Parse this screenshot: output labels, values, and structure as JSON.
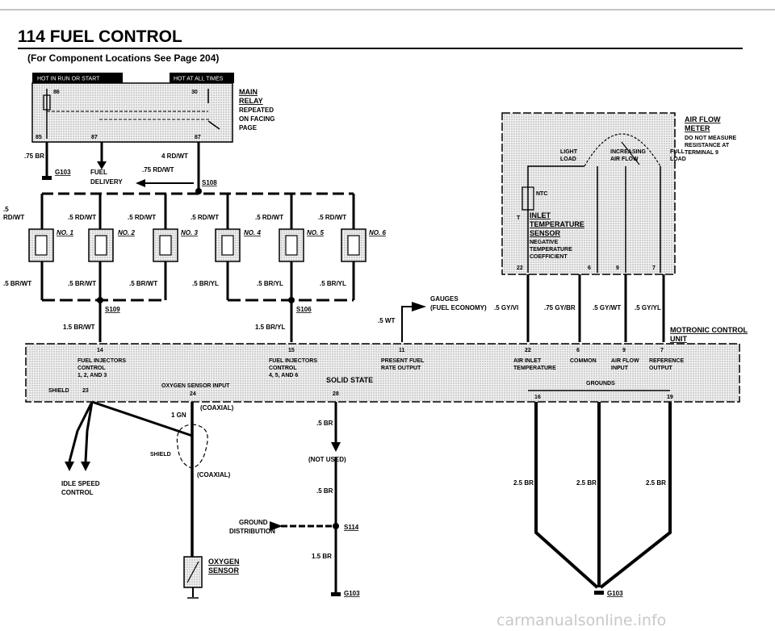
{
  "header": {
    "title": "114  FUEL CONTROL",
    "subtitle": "(For Component Locations See Page 204)"
  },
  "banners": {
    "hot_run_start": "HOT IN RUN OR START",
    "hot_all_times": "HOT AT ALL TIMES"
  },
  "relay": {
    "name_lines": [
      "MAIN",
      "RELAY",
      "REPEATED",
      "ON FACING",
      "PAGE"
    ],
    "pin_86": "86",
    "pin_30": "30",
    "pin_85": "85",
    "pin_87a": "87",
    "pin_87b": "87"
  },
  "wires_top": {
    "left_br": ".75 BR",
    "g103": "G103",
    "fuel_delivery_1": "FUEL",
    "fuel_delivery_2": "DELIVERY",
    "rdwt_4": "4 RD/WT",
    "rdwt_075": ".75 RD/WT",
    "s108": "S108",
    "rdwt_5_l1": ".5",
    "rdwt_5_l2": "RD/WT"
  },
  "injectors": {
    "supply_labels": [
      ".5 RD/WT",
      ".5 RD/WT",
      ".5 RD/WT",
      ".5 RD/WT",
      ".5 RD/WT"
    ],
    "names": [
      "NO. 1",
      "NO. 2",
      "NO. 3",
      "NO. 4",
      "NO. 5",
      "NO. 6"
    ],
    "return_labels": [
      ".5 BR/WT",
      ".5 BR/WT",
      ".5 BR/WT",
      ".5 BR/YL",
      ".5 BR/YL",
      ".5 BR/YL"
    ],
    "s109": "S109",
    "s106": "S106",
    "br_wt_15": "1.5 BR/WT",
    "br_yl_15": "1.5 BR/YL"
  },
  "gauges": {
    "line1": "GAUGES",
    "line2": "(FUEL ECONOMY)",
    "wire": ".5 WT"
  },
  "air_flow_meter": {
    "title_1": "AIR FLOW",
    "title_2": "METER",
    "note_1": "DO NOT MEASURE",
    "note_2": "RESISTANCE AT",
    "note_3": "TERMINAL 9",
    "light_load_1": "LIGHT",
    "light_load_2": "LOAD",
    "increasing_1": "INCREASING",
    "increasing_2": "AIR FLOW",
    "full_load_1": "FULL",
    "full_load_2": "LOAD",
    "ntc": "NTC",
    "t": "T",
    "sensor_lines": [
      "INLET",
      "TEMPERATURE",
      "SENSOR",
      "NEGATIVE",
      "TEMPERATURE",
      "COEFFICIENT"
    ],
    "pin_22": "22",
    "pin_6": "6",
    "pin_9": "9",
    "pin_7": "7",
    "wires": [
      ".5 GY/VI",
      ".75 GY/BR",
      ".5 GY/WT",
      ".5 GY/YL"
    ]
  },
  "ecu": {
    "title_1": "MOTRONIC CONTROL",
    "title_2": "UNIT",
    "pin_14": "14",
    "inj_a_1": "FUEL INJECTORS",
    "inj_a_2": "CONTROL",
    "inj_a_3": "1, 2, AND 3",
    "pin_15": "15",
    "inj_b_1": "FUEL INJECTORS",
    "inj_b_2": "CONTROL",
    "inj_b_3": "4, 5, AND 6",
    "pin_11": "11",
    "pfr_1": "PRESENT FUEL",
    "pfr_2": "RATE OUTPUT",
    "solid_state": "SOLID STATE",
    "pin_22": "22",
    "ait_1": "AIR INLET",
    "ait_2": "TEMPERATURE",
    "pin_6": "6",
    "common": "COMMON",
    "pin_9": "9",
    "afi_1": "AIR FLOW",
    "afi_2": "INPUT",
    "pin_7": "7",
    "ref_1": "REFERENCE",
    "ref_2": "OUTPUT",
    "shield": "SHIELD",
    "pin_23": "23",
    "oxy_input": "OXYGEN SENSOR INPUT",
    "pin_24": "24",
    "pin_28": "28",
    "grounds": "GROUNDS",
    "pin_16": "16",
    "pin_19": "19"
  },
  "bottom": {
    "coaxial_a": "(COAXIAL)",
    "gn_1": "1 GN",
    "shield": "SHIELD",
    "coaxial_b": "(COAXIAL)",
    "idle_1": "IDLE SPEED",
    "idle_2": "CONTROL",
    "oxy_1": "OXYGEN",
    "oxy_2": "SENSOR",
    "br_5a": ".5 BR",
    "not_used": "(NOT USED)",
    "br_5b": ".5 BR",
    "gd_1": "GROUND",
    "gd_2": "DISTRIBUTION",
    "s114": "S114",
    "br_15": "1.5 BR",
    "g103_a": "G103",
    "br_25_a": "2.5 BR",
    "br_25_b": "2.5 BR",
    "br_25_c": "2.5 BR",
    "g103_b": "G103"
  },
  "watermark": "carmanualsonline.info"
}
